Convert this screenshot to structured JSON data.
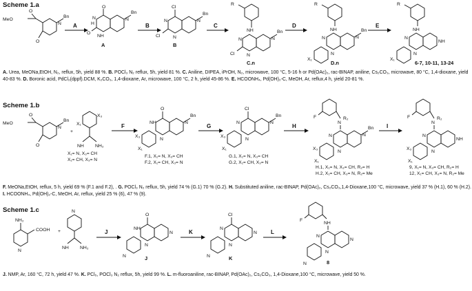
{
  "scheme_a": {
    "title": "Scheme 1.a",
    "steps": [
      "A",
      "B",
      "C",
      "D",
      "E"
    ],
    "compounds": [
      "A",
      "B",
      "C.n",
      "D.n",
      "6-7, 10-11, 13-24"
    ],
    "caption": [
      {
        "k": "A.",
        "t": " Urea, MeONa,EtOH, N₂, reflux, 5h, yield 88 %. "
      },
      {
        "k": "B.",
        "t": " POCl₃ N₂ reflux, 5h, yield 81 %. "
      },
      {
        "k": "C.",
        "t": " Aniline, DIPEA, iPrOH, N₂, microwave, 100 °C, 5-16 h or Pd(OAc)₂, rac-BINAP, aniline, Cs₂CO₃, microwave, 80 °C, 1,4-dioxane, yield 40-83 %. "
      },
      {
        "k": "D.",
        "t": " Boronic acid, PdCl₂(dppf).DCM, K₂CO₃, 1,4-dioxane, Ar, microwave, 100 °C, 2 h, yield 45-86 %. "
      },
      {
        "k": "E.",
        "t": " HCOONH₄, Pd(OH)₂-C, MeOH, Ar, reflux,4 h, yield 20-81 %."
      }
    ]
  },
  "scheme_b": {
    "title": "Scheme 1.b",
    "steps": [
      "F",
      "G",
      "H",
      "I"
    ],
    "sm_sub": [
      "X₁= N, X₃= CH",
      "X₁= CH, X₃= N"
    ],
    "F_sub": [
      "F.1, X₁= N, X₃= CH",
      "F.2, X₁= CH, X₃= N"
    ],
    "G_sub": [
      "G.1, X₁= N, X₃= CH",
      "G.2, X₁= CH, X₃= N"
    ],
    "H_sub": [
      "H.1, X₁= N, X₃= CH, R₂= H",
      "H.2, X₁= CH, X₃= N, R₂= Me"
    ],
    "I_sub": [
      "9, X₁= N, X₃= CH, R₂= H",
      "12, X₁= CH, X₃= N, R₂= Me"
    ],
    "caption": [
      {
        "k": "F.",
        "t": " MeONa,EtOH, reflux, 5 h, yield 69 % (F.1 and F.2), . "
      },
      {
        "k": "G.",
        "t": " POCl₃ N₂ reflux, 5h, yield  74 % (G.1) 70 % (G.2). "
      },
      {
        "k": "H.",
        "t": " Substituted aniline, rac-BINAP, Pd(OAc)₂, Cs₂CO₃,1,4-Dioxane,100 °C, microwave, yield 37 % (H.1), 60 % (H.2). "
      },
      {
        "k": "I.",
        "t": " HCOONH₄, Pd(OH)₂-C, MeOH, Ar, reflux, yield 25 % (6), 47 % (9)."
      }
    ]
  },
  "scheme_c": {
    "title": "Scheme 1.c",
    "steps": [
      "J",
      "K",
      "L"
    ],
    "compounds": [
      "J",
      "K",
      "8"
    ],
    "caption": [
      {
        "k": "J.",
        "t": " NMP, Ar, 160 °C, 72 h, yield 47 %. "
      },
      {
        "k": "K.",
        "t": " PCl₅, POCl₃ N₂ reflux, 5h, yield 99 %. "
      },
      {
        "k": "L.",
        "t": " m-fluoroaniline, rac-BINAP, Pd(OAc)₂, Cs₂CO₃, 1,4-Dioxane,100 °C, microwave, yield 50 %."
      }
    ]
  },
  "atoms": {
    "meo": "MeO",
    "o": "O",
    "n": "N",
    "bn": "Bn",
    "nh": "NH",
    "h": "H",
    "cl": "Cl",
    "r": "R",
    "f": "F",
    "nh2": "NH₂",
    "x1": "X₁",
    "x3": "X₃",
    "r2": "R₂",
    "cooh": "COOH",
    "plus": "+"
  }
}
